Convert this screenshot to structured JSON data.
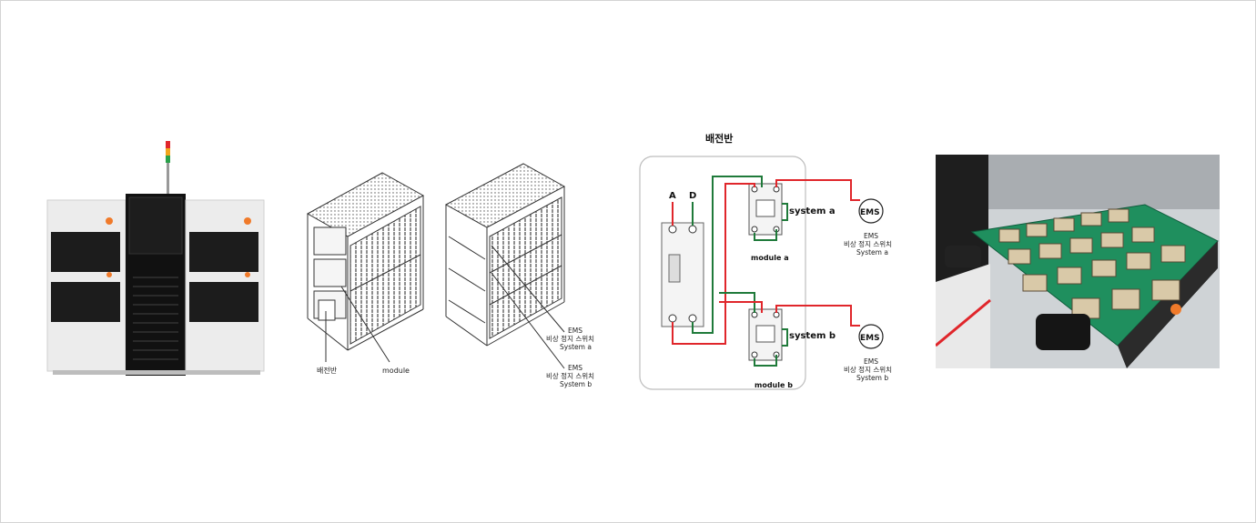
{
  "racks": {
    "label_panel": "배전반",
    "label_module": "module",
    "label_ems_a_1": "EMS",
    "label_ems_a_2": "비상 정지 스위치",
    "label_ems_a_3": "System a",
    "label_ems_b_1": "EMS",
    "label_ems_b_2": "비상 정지 스위치",
    "label_ems_b_3": "System b"
  },
  "wiring": {
    "title": "배전반",
    "terminal_a": "A",
    "terminal_d": "D",
    "system_a": "system a",
    "system_b": "system b",
    "module_a": "module a",
    "module_b": "module b",
    "ems_button_a": "EMS",
    "ems_button_b": "EMS",
    "ems_a_1": "EMS",
    "ems_a_2": "비상 정지 스위치",
    "ems_a_3": "System a",
    "ems_b_1": "EMS",
    "ems_b_2": "비상 정지 스위치",
    "ems_b_3": "System b",
    "colors": {
      "red": "#e0262b",
      "green": "#1f7a3a"
    }
  }
}
